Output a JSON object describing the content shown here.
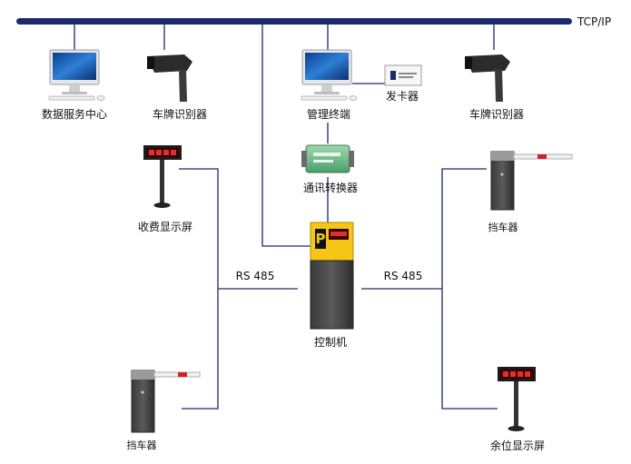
{
  "bus": {
    "label": "TCP/IP"
  },
  "nodes": {
    "data_center": "数据服务中心",
    "plate_reader_1": "车牌识别器",
    "management_terminal": "管理终端",
    "card_issuer": "发卡器",
    "plate_reader_2": "车牌识别器",
    "converter": "通讯转换器",
    "toll_display": "收费显示屏",
    "barrier_right": "挡车器",
    "controller": "控制机",
    "barrier_left": "挡车器",
    "spaces_display": "余位显示屏"
  },
  "links": {
    "rs485_left": "RS 485",
    "rs485_right": "RS 485"
  },
  "colors": {
    "bus": "#1a2a6c",
    "line": "#1a2a6c",
    "led_text": "#e03030"
  }
}
